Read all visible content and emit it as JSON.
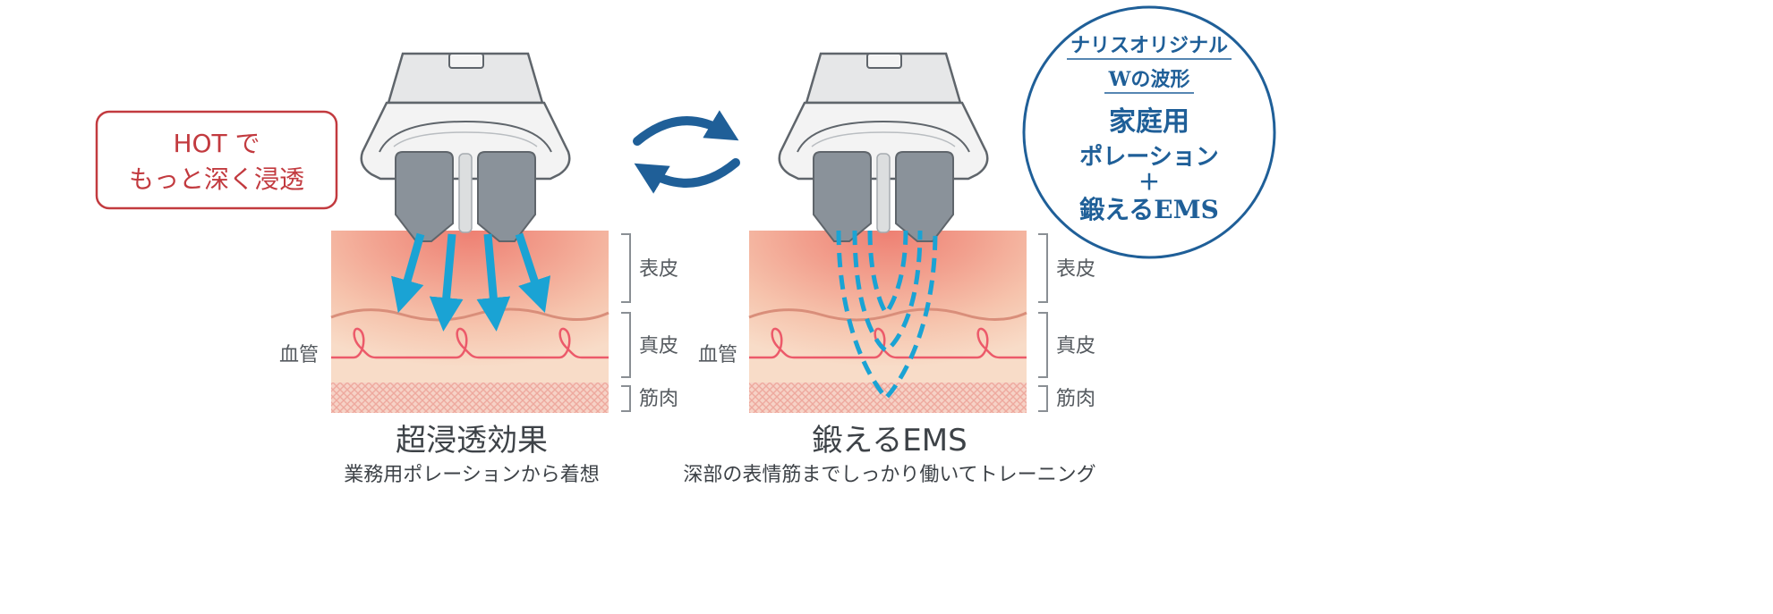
{
  "hot_badge": {
    "line1": "HOT で",
    "line2": "もっと深く浸透",
    "color": "#c23a3f"
  },
  "circle": {
    "line1": "ナリスオリジナル",
    "line2": "Wの波形",
    "line3": "家庭用",
    "line4": "ポレーション",
    "plus": "＋",
    "line5": "鍛えるEMS",
    "color": "#1f5f98"
  },
  "left_panel": {
    "labels": {
      "epidermis": "表皮",
      "dermis": "真皮",
      "muscle": "筋肉",
      "vessel": "血管"
    },
    "title": "超浸透効果",
    "subtitle": "業務用ポレーションから着想"
  },
  "right_panel": {
    "labels": {
      "epidermis": "表皮",
      "dermis": "真皮",
      "muscle": "筋肉",
      "vessel": "血管"
    },
    "title": "鍛えるEMS",
    "subtitle": "深部の表情筋までしっかり働いてトレーニング"
  },
  "colors": {
    "arrow_blue": "#1aa3d4",
    "swap_arrow": "#1f5f98",
    "vessel": "#ec5a6a",
    "skin": "#f8dcc8",
    "device_gray": "#8a929a"
  }
}
